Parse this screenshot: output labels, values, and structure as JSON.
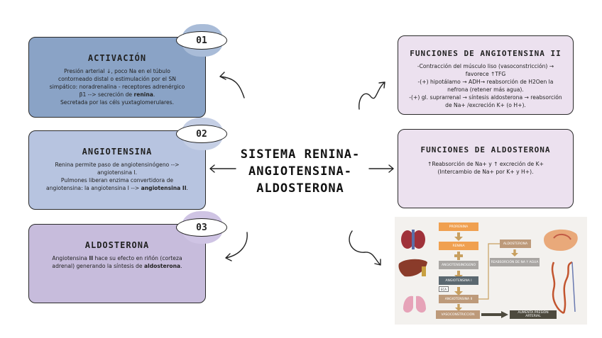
{
  "cards": [
    {
      "id": "activacion",
      "badge": "01",
      "title": "ACTIVACIÓN",
      "lines": [
        "Presión arterial ↓, poco Na en el túbulo",
        "contorneado distal o estimulación por el SN",
        "simpático: noradrenalina - receptores adrenérgico",
        "β1 --> secreción de ",
        "renina",
        ".",
        "Secretada por las céls yuxtaglomerulares."
      ]
    },
    {
      "id": "angiotensina",
      "badge": "02",
      "title": "ANGIOTENSINA",
      "lines": [
        "Renina permite paso de angiotensinógeno -->",
        "angiotensina I.",
        "Pulmones liberan enzima convertidora de",
        "angiotensina: la angiotensina I --> ",
        "angiotensina II",
        "."
      ]
    },
    {
      "id": "aldosterona",
      "badge": "03",
      "title": "ALDOSTERONA",
      "lines": [
        "Angiotensina ",
        "II",
        " hace su efecto en riñón (corteza",
        "adrenal) generando la síntesis de ",
        "aldosterona",
        "."
      ]
    }
  ],
  "center_title": [
    "SISTEMA RENINA-",
    "ANGIOTENSINA-",
    "ALDOSTERONA"
  ],
  "right_cards": [
    {
      "id": "funciones-angiotensina",
      "title": "FUNCIONES DE ANGIOTENSINA II",
      "lines": [
        "-Contracción del músculo liso (vasoconstricción) →",
        "favorece ↑TFG",
        "-(+) hipotálamo → ADH→ reabsorción de H2Oen la",
        "nefrona (retener más agua).",
        "-(+) gl. suprarrenal → síntesis aldosterona → reabsorción",
        "de Na+ /excreción K+ (o H+)."
      ]
    },
    {
      "id": "funciones-aldosterona",
      "title": "FUNCIONES DE ALDOSTERONA",
      "lines": [
        "↑Reabsorción de Na+ y ↑ excreción de K+",
        "(Intercambio de Na+ por K+ y H+)."
      ]
    }
  ],
  "scheme": {
    "boxes": {
      "prorenina": "PRORENINA",
      "renina": "RENINA",
      "angiotensinogeno": "ANGIOTENSINÓGENO",
      "angiotensina1": "ANGIOTENSINA I",
      "eca": "ECA",
      "angiotensina2": "ANGIOTENSINA II",
      "vasoconstriccion": "VASOCONSTRICCIÓN",
      "aumento": "AUMENTA PRESIÓN ARTERIAL",
      "aldosterona": "ALDOSTERONA",
      "reabsorcion": "REABSORCIÓN DE NA Y AGUA"
    },
    "colors": {
      "orange": "#f0a050",
      "gold": "#c8a060",
      "slate": "#5b6870",
      "brown": "#bd9a7a",
      "dark": "#4d4a3e",
      "gray": "#a9a6a3"
    }
  },
  "colors": {
    "card1": "#8aa3c6",
    "card2": "#b7c4e0",
    "card3": "#c7bcdc",
    "right": "#ece1ef",
    "blob1": "#a9bcd8",
    "blob2": "#c5cfe5",
    "blob3": "#cfc4e4"
  }
}
